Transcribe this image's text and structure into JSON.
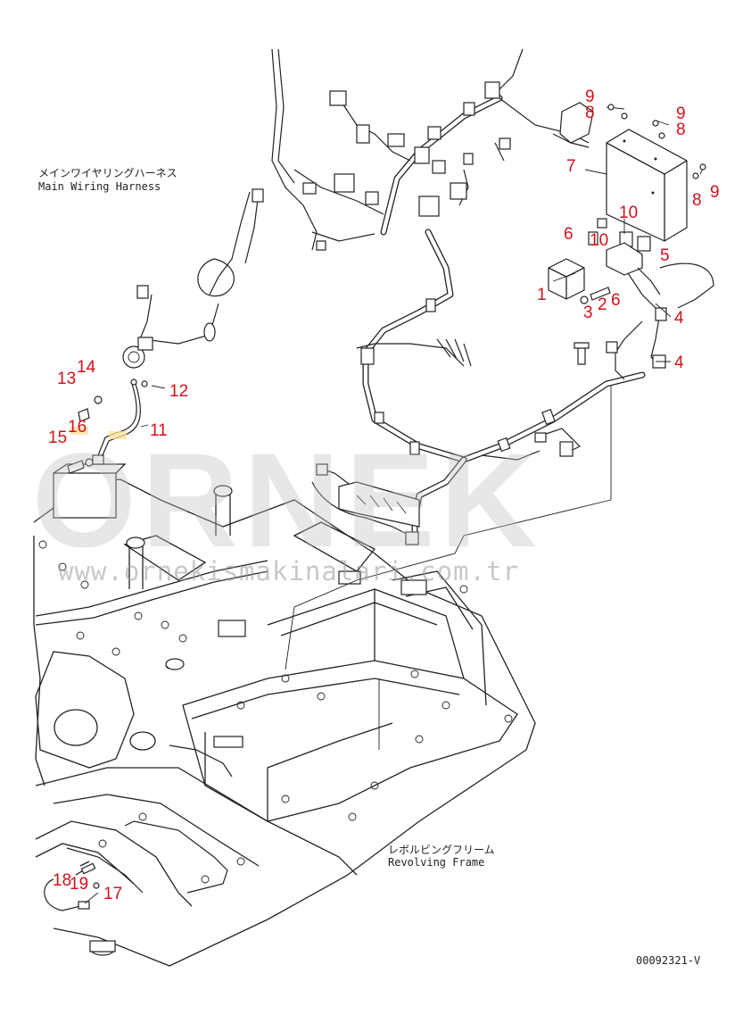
{
  "diagram": {
    "labels": {
      "main_harness_jp": "メインワイヤリングハーネス",
      "main_harness_en": "Main Wiring Harness",
      "revolving_frame_jp": "レボルビングフリーム",
      "revolving_frame_en": "Revolving Frame"
    },
    "doc_id": "00092321-V",
    "watermark": {
      "brand": "ORNEK",
      "url": "www.ornekismakinalari.com.tr"
    },
    "callouts": {
      "c1": "1",
      "c2": "2",
      "c3": "3",
      "c4a": "4",
      "c4b": "4",
      "c5": "5",
      "c6a": "6",
      "c6b": "6",
      "c7": "7",
      "c8a": "8",
      "c8b": "8",
      "c8c": "8",
      "c9a": "9",
      "c9b": "9",
      "c9c": "9",
      "c10a": "10",
      "c10b": "10",
      "c11": "11",
      "c12": "12",
      "c13": "13",
      "c14": "14",
      "c15": "15",
      "c16": "16",
      "c17": "17",
      "c18": "18",
      "c19": "19"
    },
    "colors": {
      "line": "#222222",
      "callout": "#d4101a",
      "highlight": "#ffe29a",
      "watermark": "#bfbfbf"
    }
  }
}
